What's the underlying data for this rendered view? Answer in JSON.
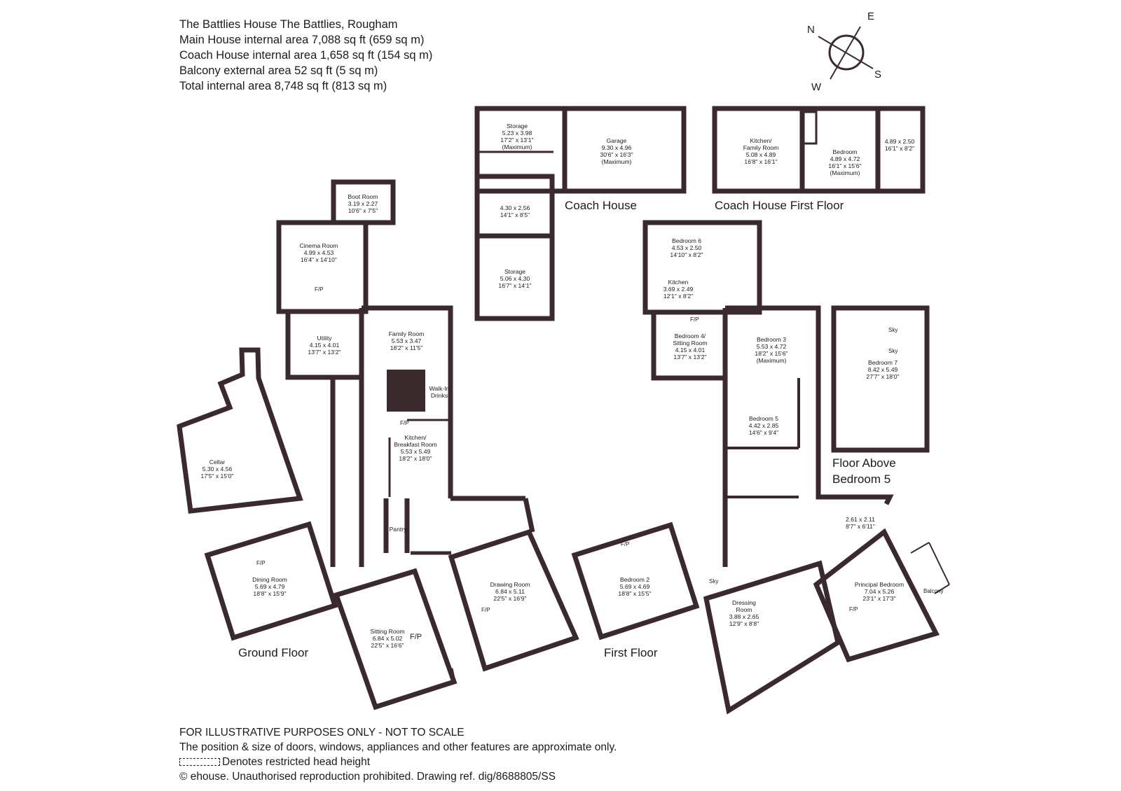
{
  "header": {
    "line1": "The Battlies House The Battlies, Rougham",
    "line2": "Main House internal area 7,088 sq ft (659 sq m)",
    "line3": "Coach House internal area 1,658 sq ft (154 sq m)",
    "line4": "Balcony external area 52 sq ft (5 sq m)",
    "line5": "Total internal area 8,748 sq ft (813 sq m)"
  },
  "compass": {
    "n": "N",
    "e": "E",
    "s": "S",
    "w": "W"
  },
  "floor_labels": {
    "ground": "Ground Floor",
    "first": "First Floor",
    "coach": "Coach House",
    "coach_first": "Coach House First Floor",
    "above_b5_1": "Floor Above",
    "above_b5_2": "Bedroom 5"
  },
  "rooms": {
    "boot": [
      "Boot Room",
      "3.19 x 2.27",
      "10'6\" x 7'5\""
    ],
    "cinema": [
      "Cinema Room",
      "4.99 x 4.53",
      "16'4\" x 14'10\""
    ],
    "utility": [
      "Utility",
      "4.15 x 4.01",
      "13'7\" x 13'2\""
    ],
    "family": [
      "Family Room",
      "5.53 x 3.47",
      "18'2\" x 11'5\""
    ],
    "walkin": [
      "Walk-In",
      "Drinks"
    ],
    "kitchen": [
      "Kitchen/",
      "Breakfast Room",
      "5.53 x 5.49",
      "18'2\" x 18'0\""
    ],
    "cellar": [
      "Cellar",
      "5.30 x 4.56",
      "17'5\" x 15'0\""
    ],
    "pantry": [
      "Pantry"
    ],
    "dining": [
      "Dining Room",
      "5.69 x 4.79",
      "18'8\" x 15'9\""
    ],
    "sitting": [
      "Sitting Room",
      "6.84 x 5.02",
      "22'5\" x 16'6\""
    ],
    "drawing": [
      "Drawing Room",
      "6.84 x 5.11",
      "22'5\" x 16'9\""
    ],
    "storage1": [
      "Storage",
      "5.23 x 3.98",
      "17'2\" x 13'1\"",
      "(Maximum)"
    ],
    "garage": [
      "Garage",
      "9.30 x 4.96",
      "30'6\" x 16'3\"",
      "(Maximum)"
    ],
    "coach_small": [
      "4.30 x 2.56",
      "14'1\" x 8'5\""
    ],
    "storage2": [
      "Storage",
      "5.06 x 4.30",
      "16'7\" x 14'1\""
    ],
    "coach_kitchen": [
      "Kitchen/",
      "Family Room",
      "5.08 x 4.89",
      "16'8\" x 16'1\""
    ],
    "coach_bed": [
      "Bedroom",
      "4.89 x 4.72",
      "16'1\" x 15'6\"",
      "(Maximum)"
    ],
    "coach_store": [
      "4.89 x 2.50",
      "16'1\" x 8'2\""
    ],
    "bed6": [
      "Bedroom 6",
      "4.53 x 2.50",
      "14'10\" x 8'2\""
    ],
    "fkitchen": [
      "Kitchen",
      "3.69 x 2.49",
      "12'1\" x 8'2\""
    ],
    "bed4": [
      "Bedroom 4/",
      "Sitting Room",
      "4.15 x 4.01",
      "13'7\" x 13'2\""
    ],
    "bed3": [
      "Bedroom 3",
      "5.53 x 4.72",
      "18'2\" x 15'6\"",
      "(Maximum)"
    ],
    "bed5": [
      "Bedroom 5",
      "4.42 x 2.85",
      "14'6\" x 9'4\""
    ],
    "bed7": [
      "Bedroom 7",
      "8.42 x 5.49",
      "27'7\" x 18'0\""
    ],
    "bed2": [
      "Bedroom 2",
      "5.69 x 4.69",
      "18'8\" x 15'5\""
    ],
    "dressing": [
      "Dressing",
      "Room",
      "3.88 x 2.65",
      "12'9\" x 8'8\""
    ],
    "principal": [
      "Principal Bedroom",
      "7.04 x 5.26",
      "23'1\" x 17'3\""
    ],
    "small_first": [
      "2.61 x 2.11",
      "8'7\" x 6'11\""
    ]
  },
  "marks": {
    "fp": "F/P",
    "sky": "Sky",
    "balcony": "Balcony"
  },
  "footer": {
    "line1": "FOR ILLUSTRATIVE PURPOSES ONLY - NOT TO SCALE",
    "line2": "The position & size of doors, windows, appliances and other features are approximate only.",
    "line3": "Denotes restricted head height",
    "line4": "© ehouse. Unauthorised reproduction prohibited. Drawing ref. dig/8688805/SS"
  },
  "colors": {
    "wall": "#3a2a2e",
    "text": "#1f1a1c",
    "background": "#ffffff"
  }
}
